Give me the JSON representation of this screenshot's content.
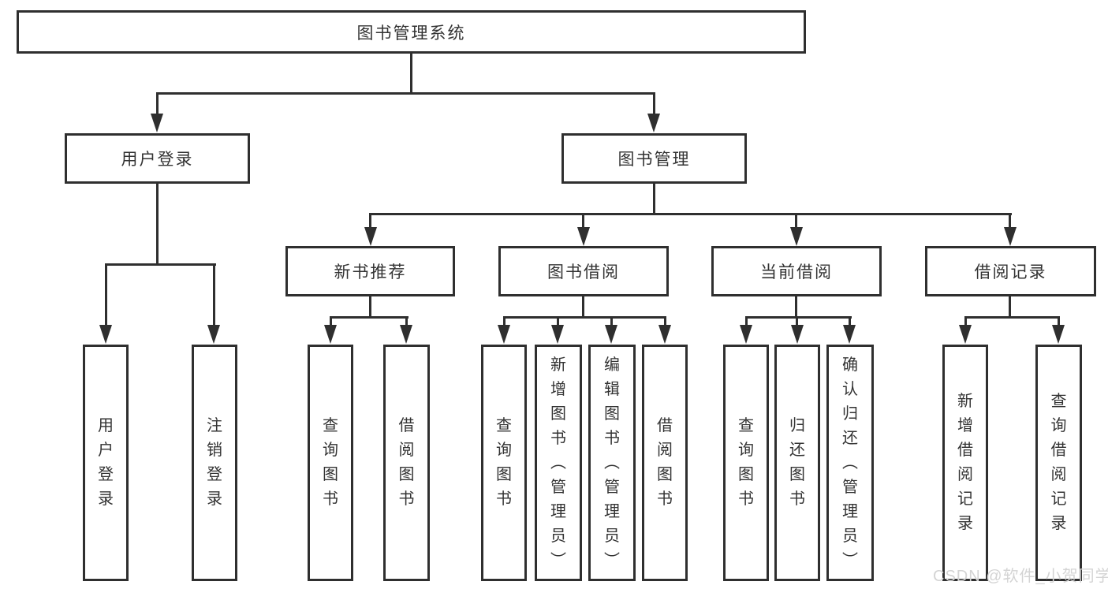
{
  "diagram": {
    "root": {
      "label": "图书管理系统"
    },
    "branches": [
      {
        "label": "用户登录",
        "leaves": [
          {
            "label": "用户登录"
          },
          {
            "label": "注销登录"
          }
        ]
      },
      {
        "label": "图书管理",
        "groups": [
          {
            "label": "新书推荐",
            "leaves": [
              {
                "label": "查询图书"
              },
              {
                "label": "借阅图书"
              }
            ]
          },
          {
            "label": "图书借阅",
            "leaves": [
              {
                "label": "查询图书"
              },
              {
                "label": "新增图书（管理员）"
              },
              {
                "label": "编辑图书（管理员）"
              },
              {
                "label": "借阅图书"
              }
            ]
          },
          {
            "label": "当前借阅",
            "leaves": [
              {
                "label": "查询图书"
              },
              {
                "label": "归还图书"
              },
              {
                "label": "确认归还（管理员）"
              }
            ]
          },
          {
            "label": "借阅记录",
            "leaves": [
              {
                "label": "新增借阅记录"
              },
              {
                "label": "查询借阅记录"
              }
            ]
          }
        ]
      }
    ]
  },
  "watermark": {
    "text": "CSDN @软件_小贺同学"
  },
  "colors": {
    "line": "#2f2f2f",
    "text": "#333333",
    "watermark": "#d4d4d4",
    "background": "#ffffff"
  }
}
